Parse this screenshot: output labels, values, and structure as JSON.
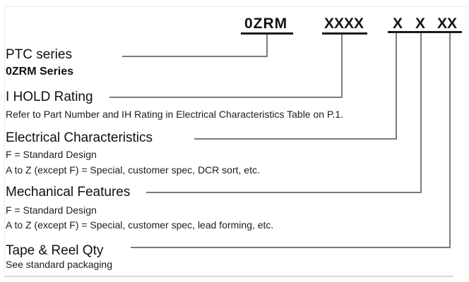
{
  "part_number": {
    "segments": [
      "0ZRM",
      "XXXX",
      "X",
      "X",
      "XX"
    ]
  },
  "sections": [
    {
      "title": "PTC series",
      "subtitle": "0ZRM Series"
    },
    {
      "title": "I HOLD Rating",
      "note": "Refer to Part Number and IH Rating in Electrical Characteristics Table on P.1."
    },
    {
      "title": "Electrical Characteristics",
      "line1": "F = Standard Design",
      "line2": "A to Z (except F) = Special, customer spec, DCR sort, etc."
    },
    {
      "title": "Mechanical Features",
      "line1": "F = Standard Design",
      "line2": "A to Z (except F) = Special, customer spec, lead forming, etc."
    },
    {
      "title": "Tape & Reel Qty",
      "note": "See standard packaging"
    }
  ],
  "colors": {
    "text": "#111111",
    "connector_line": "#7b7b7b",
    "underline": "#1a1a1a",
    "faint_border": "#ececec"
  }
}
